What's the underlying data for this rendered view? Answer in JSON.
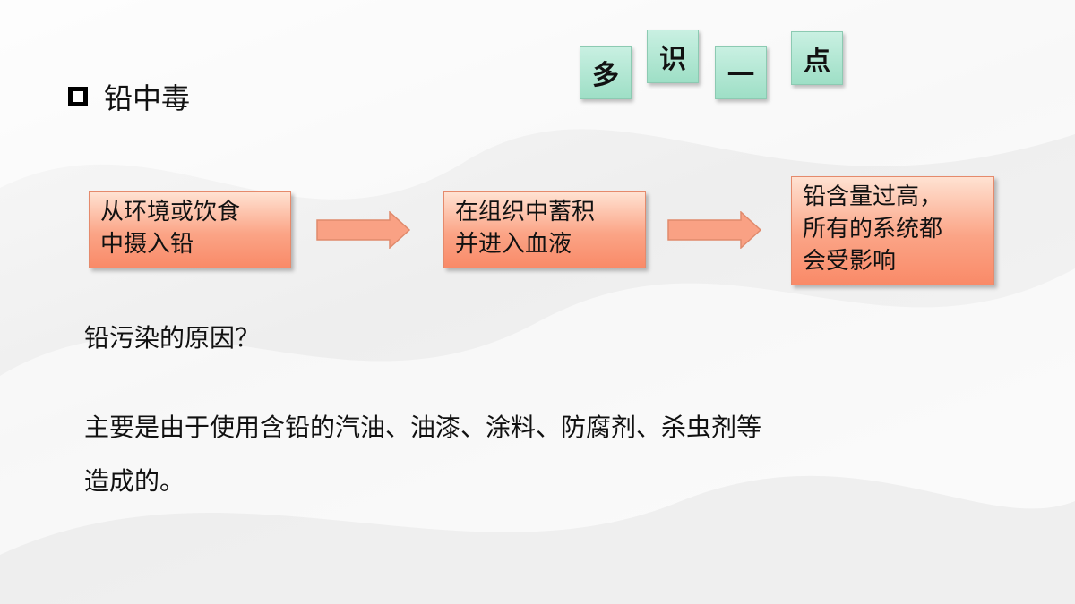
{
  "deco": {
    "tiles": [
      "多",
      "识",
      "一",
      "点"
    ]
  },
  "heading": {
    "title": "铅中毒"
  },
  "flow": {
    "steps": [
      " 从环境或饮食\n中摄入铅",
      " 在组织中蓄积\n并进入血液",
      " 铅含量过高，\n所有的系统都\n会受影响"
    ]
  },
  "body": {
    "question": "铅污染的原因？",
    "answer_line1": "主要是由于使用含铅的汽油、油漆、涂料、防腐剂、杀虫剂等",
    "answer_line2": "造成的。"
  },
  "colors": {
    "box_fill": "#fba486",
    "arrow_fill": "#f9a184",
    "tile_fill": "#b3e8d4"
  }
}
